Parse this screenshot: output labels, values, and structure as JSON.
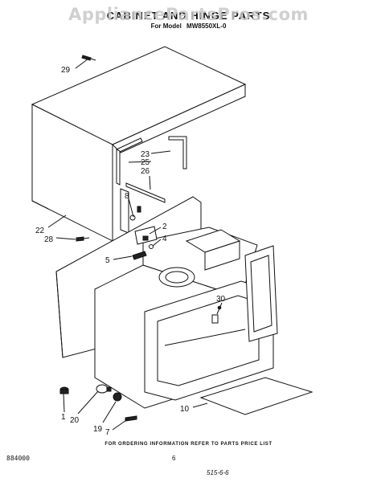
{
  "watermark": "AppliancePartsPros.com",
  "title": "CABINET AND HINGE PARTS",
  "model": {
    "prefix": "For Model",
    "number": "MW8550XL-0"
  },
  "callouts": {
    "c29": "29",
    "c23": "23",
    "c25": "25",
    "c26": "26",
    "c8": "8",
    "c22": "22",
    "c28": "28",
    "c2": "2",
    "c4": "4",
    "c5": "5",
    "c30": "30",
    "c1": "1",
    "c20": "20",
    "c19": "19",
    "c7": "7",
    "c10": "10"
  },
  "footer_note": "FOR ORDERING INFORMATION REFER TO PARTS PRICE LIST",
  "doc_code": "884000",
  "page_number": "6",
  "print_code": "515-6-6"
}
